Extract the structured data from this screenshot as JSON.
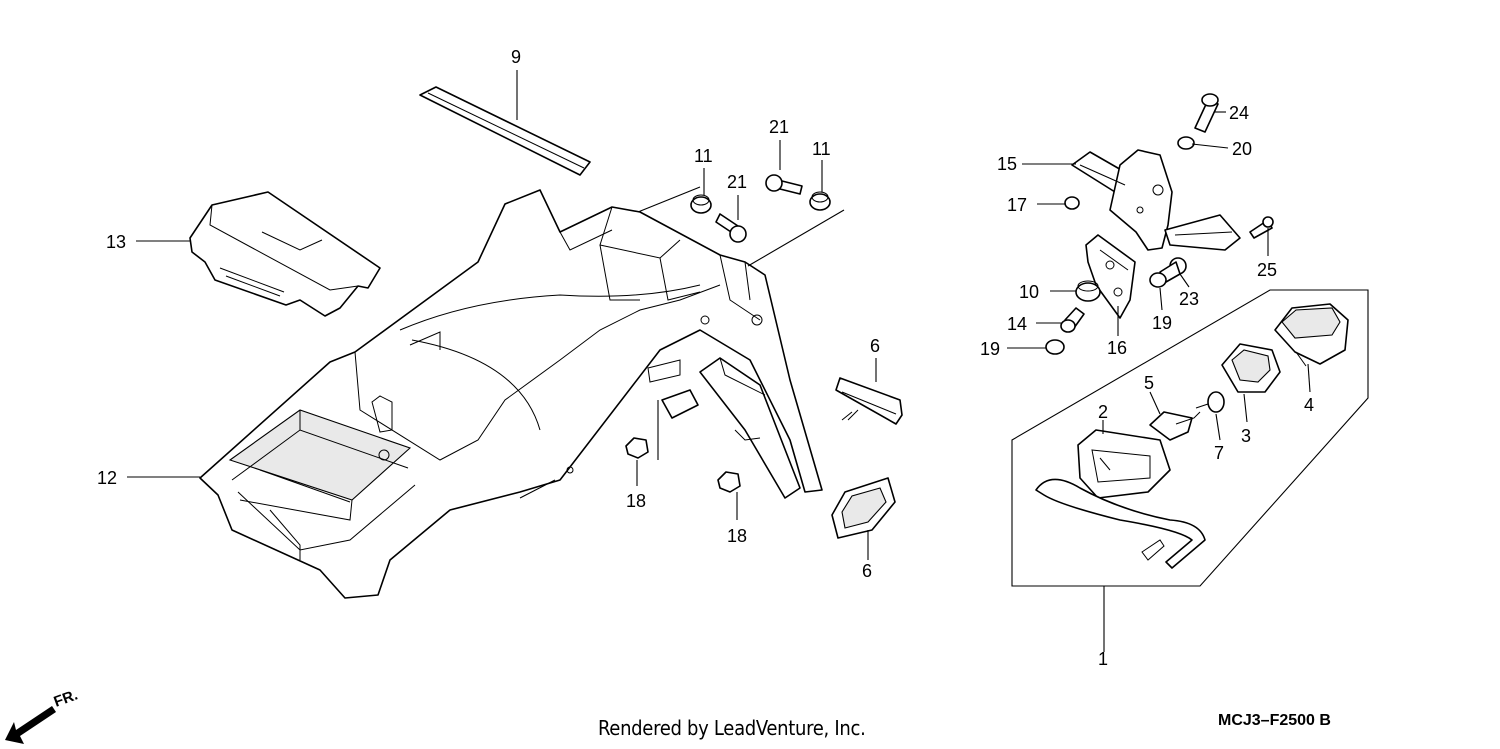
{
  "diagram": {
    "callouts": [
      {
        "id": "c1",
        "text": "1"
      },
      {
        "id": "c2",
        "text": "2"
      },
      {
        "id": "c3",
        "text": "3"
      },
      {
        "id": "c4",
        "text": "4"
      },
      {
        "id": "c5",
        "text": "5"
      },
      {
        "id": "c6a",
        "text": "6"
      },
      {
        "id": "c6b",
        "text": "6"
      },
      {
        "id": "c7",
        "text": "7"
      },
      {
        "id": "c9",
        "text": "9"
      },
      {
        "id": "c10",
        "text": "10"
      },
      {
        "id": "c11a",
        "text": "11"
      },
      {
        "id": "c11b",
        "text": "11"
      },
      {
        "id": "c12",
        "text": "12"
      },
      {
        "id": "c13",
        "text": "13"
      },
      {
        "id": "c14",
        "text": "14"
      },
      {
        "id": "c15",
        "text": "15"
      },
      {
        "id": "c16",
        "text": "16"
      },
      {
        "id": "c17",
        "text": "17"
      },
      {
        "id": "c18a",
        "text": "18"
      },
      {
        "id": "c18b",
        "text": "18"
      },
      {
        "id": "c19a",
        "text": "19"
      },
      {
        "id": "c19b",
        "text": "19"
      },
      {
        "id": "c20",
        "text": "20"
      },
      {
        "id": "c21a",
        "text": "21"
      },
      {
        "id": "c21b",
        "text": "21"
      },
      {
        "id": "c23",
        "text": "23"
      },
      {
        "id": "c24",
        "text": "24"
      },
      {
        "id": "c25",
        "text": "25"
      }
    ],
    "direction_label": "FR.",
    "credit": "Rendered by LeadVenture, Inc.",
    "code": "MCJ3–F2500 B"
  }
}
